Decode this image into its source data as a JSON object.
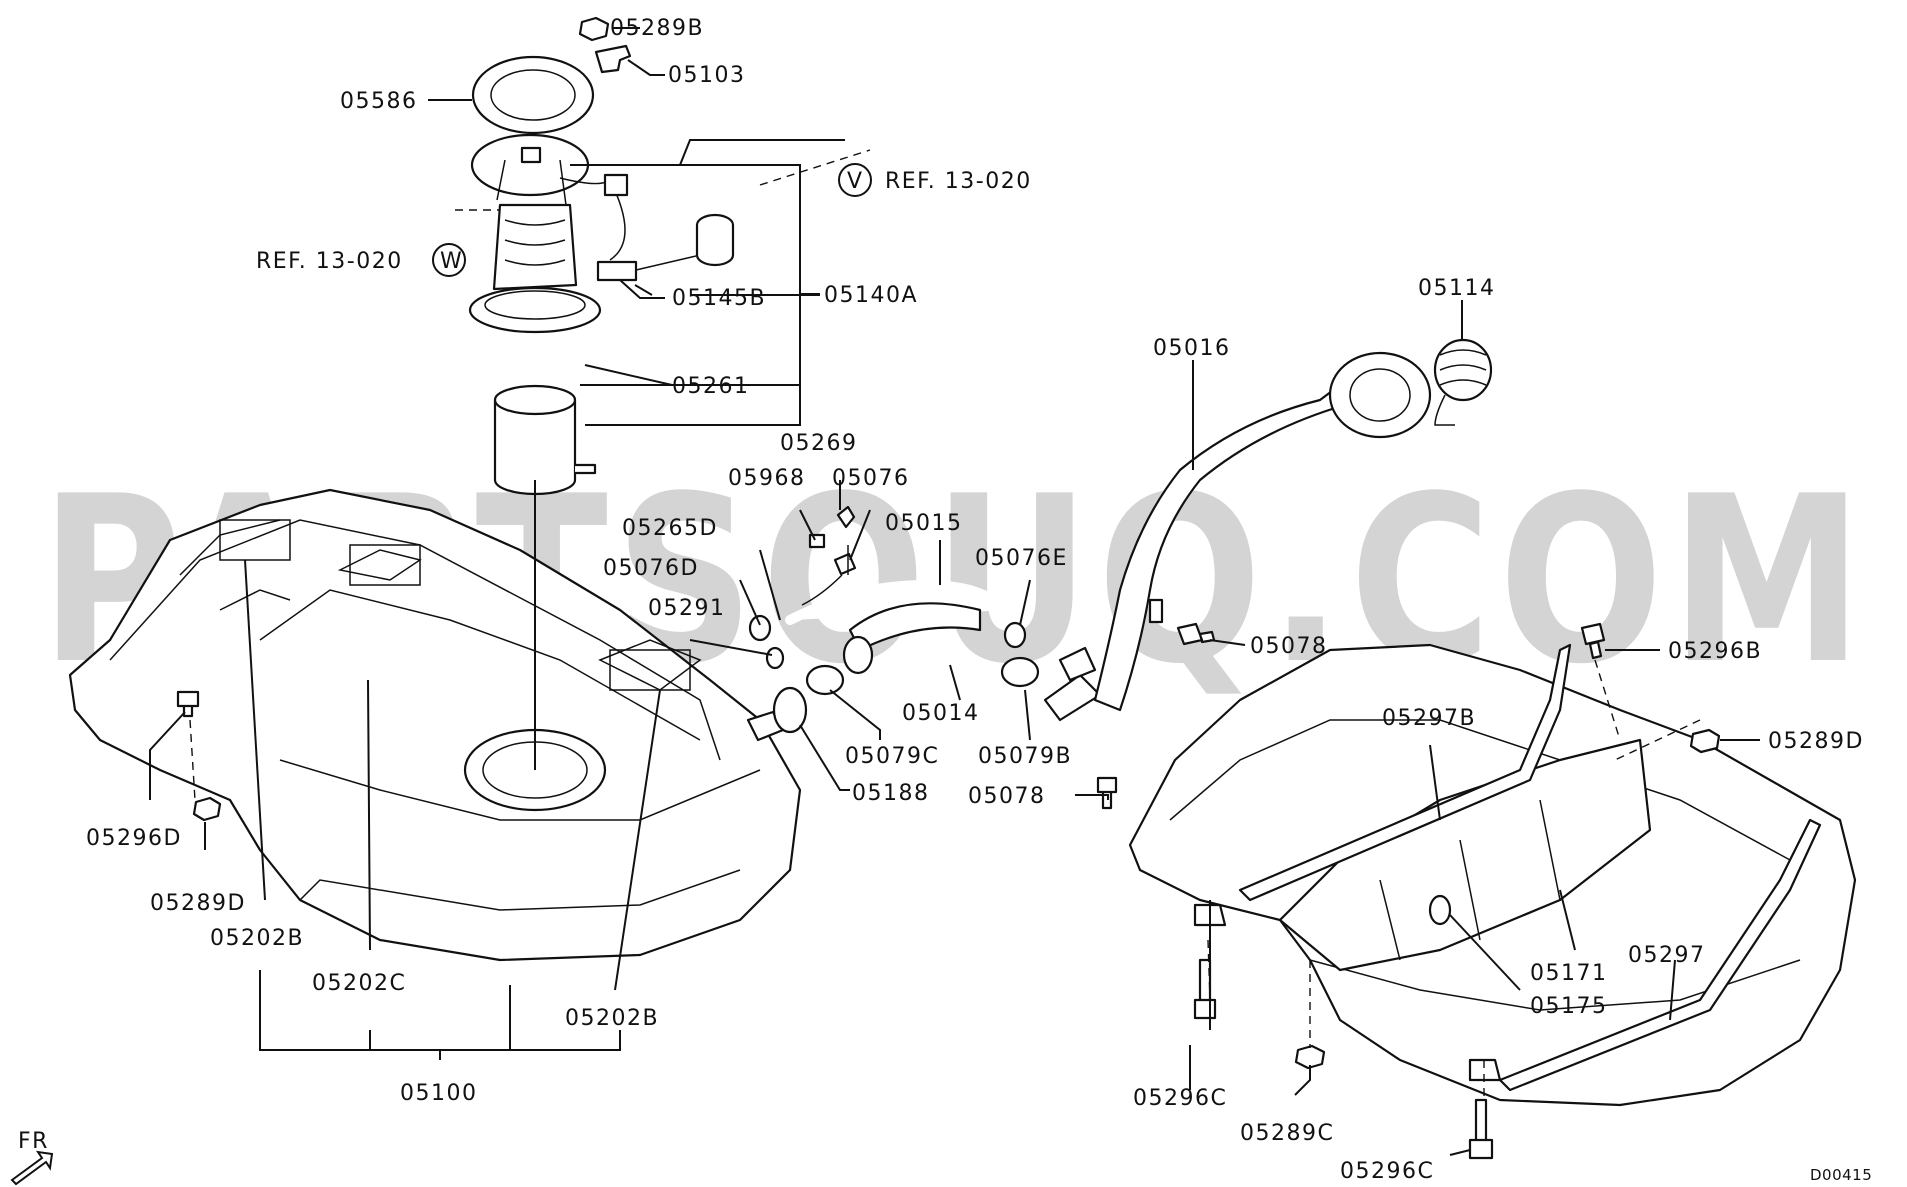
{
  "watermark": "PARTSOUQ.COM",
  "diagram_code": "D00415",
  "direction_label": "FR",
  "ref_v": {
    "text": "REF. 13-020",
    "circle": "V"
  },
  "ref_w": {
    "text": "REF. 13-020",
    "circle": "W"
  },
  "labels": {
    "l05289B_top": "05289B",
    "l05103": "05103",
    "l05586": "05586",
    "l05140A": "05140A",
    "l05145B": "05145B",
    "l05261": "05261",
    "l05114": "05114",
    "l05016": "05016",
    "l05269": "05269",
    "l05968": "05968",
    "l05076": "05076",
    "l05015": "05015",
    "l05265D": "05265D",
    "l05076D": "05076D",
    "l05291": "05291",
    "l05076E": "05076E",
    "l05078_a": "05078",
    "l05078_b": "05078",
    "l05014": "05014",
    "l05079C": "05079C",
    "l05079B": "05079B",
    "l05188": "05188",
    "l05296B": "05296B",
    "l05297B": "05297B",
    "l05289D_right": "05289D",
    "l05296D": "05296D",
    "l05289D_left": "05289D",
    "l05202B_a": "05202B",
    "l05202C": "05202C",
    "l05202B_b": "05202B",
    "l05100": "05100",
    "l05171": "05171",
    "l05297": "05297",
    "l05175": "05175",
    "l05296C_a": "05296C",
    "l05289C": "05289C",
    "l05296C_b": "05296C"
  }
}
